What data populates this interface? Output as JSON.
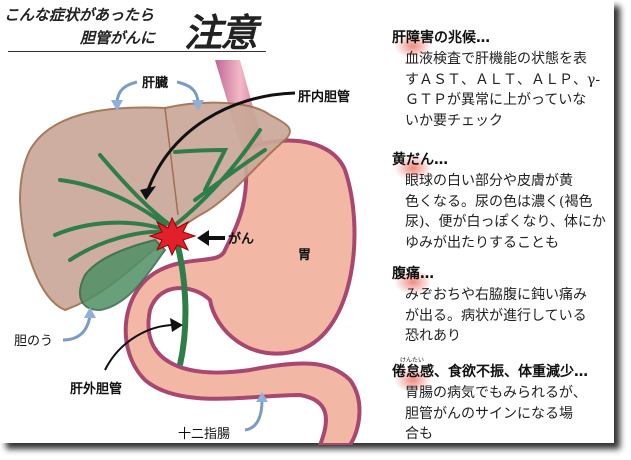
{
  "title": {
    "line1": "こんな症状があったら",
    "line2": "胆管がんに",
    "emphasis": "注意"
  },
  "diagram": {
    "labels": {
      "liver": "肝臓",
      "intrahepatic_bile_duct": "肝内胆管",
      "cancer": "がん",
      "stomach": "胃",
      "gallbladder": "胆のう",
      "extrahepatic_bile_duct": "肝外胆管",
      "duodenum": "十二指腸"
    },
    "colors": {
      "liver": "#c9a898",
      "bile_duct": "#2e7d4a",
      "stomach": "#f3b7a6",
      "cancer": "#e0202a",
      "arrow_blue": "#8fb0d8"
    }
  },
  "symptoms": [
    {
      "heading": "肝障害の兆候…",
      "lines": [
        "血液検査で肝機能の状態を表",
        "すＡＳＴ、ＡＬＴ、ＡＬＰ、γ-",
        "ＧＴＰが異常に上がっていな",
        "いか要チェック"
      ]
    },
    {
      "heading": "黄だん…",
      "lines": [
        "眼球の白い部分や皮膚が黄",
        "色くなる。尿の色は濃く(褐色",
        "尿)、便が白っぽくなり、体にか",
        "ゆみが出たりすることも"
      ]
    },
    {
      "heading": "腹痛…",
      "lines": [
        "みぞおちや右脇腹に鈍い痛み",
        "が出る。病状が進行している",
        "恐れあり"
      ]
    },
    {
      "heading": "倦怠感、食欲不振、体重減少…",
      "ruby": "けんたい",
      "lines": [
        "胃腸の病気でもみられるが、",
        "胆管がんのサインになる場",
        "合も"
      ]
    }
  ]
}
